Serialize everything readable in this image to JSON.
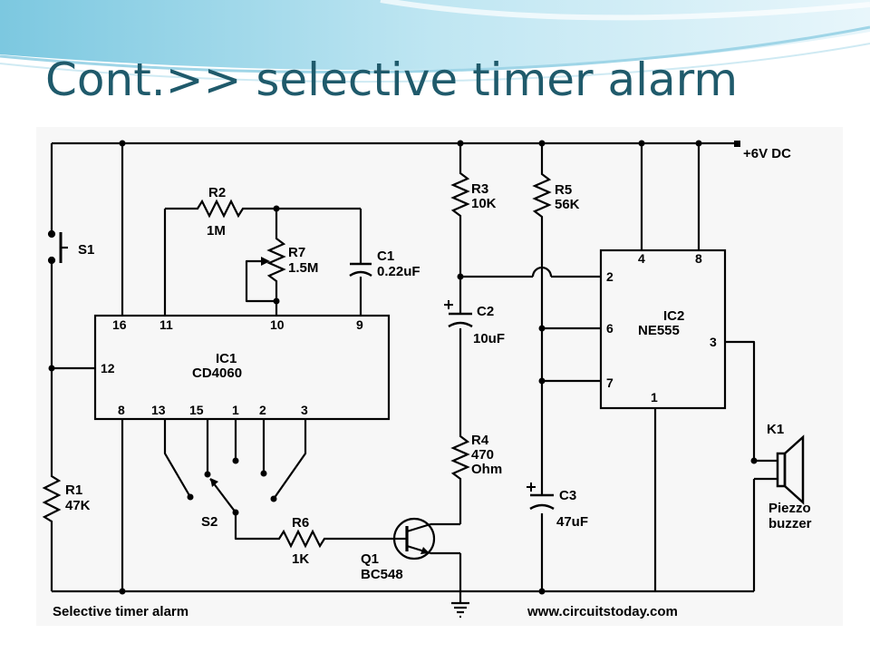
{
  "slide": {
    "title": "Cont.>> selective timer alarm"
  },
  "colors": {
    "title": "#1f5a6b",
    "banner_light": "#e8f6fb",
    "banner_mid": "#bfe6f2",
    "banner_dark": "#7cc8e0",
    "panel": "#f7f7f7",
    "wire": "#000000"
  },
  "schematic": {
    "supply_label": "+6V DC",
    "caption": "Selective timer alarm",
    "website": "www.circuitstoday.com",
    "components": {
      "S1": {
        "ref": "S1"
      },
      "R1": {
        "ref": "R1",
        "value": "47K"
      },
      "R2": {
        "ref": "R2",
        "value": "1M"
      },
      "R3": {
        "ref": "R3",
        "value": "10K"
      },
      "R4": {
        "ref": "R4",
        "value": "470",
        "unit": "Ohm"
      },
      "R5": {
        "ref": "R5",
        "value": "56K"
      },
      "R6": {
        "ref": "R6",
        "value": "1K"
      },
      "R7": {
        "ref": "R7",
        "value": "1.5M"
      },
      "C1": {
        "ref": "C1",
        "value": "0.22uF"
      },
      "C2": {
        "ref": "C2",
        "value": "10uF"
      },
      "C3": {
        "ref": "C3",
        "value": "47uF"
      },
      "IC1": {
        "ref": "IC1",
        "part": "CD4060"
      },
      "IC2": {
        "ref": "IC2",
        "part": "NE555"
      },
      "Q1": {
        "ref": "Q1",
        "part": "BC548"
      },
      "S2": {
        "ref": "S2"
      },
      "K1": {
        "ref": "K1",
        "line1": "Piezzo",
        "line2": "buzzer"
      }
    },
    "ic1_pins": {
      "p16": "16",
      "p11": "11",
      "p10": "10",
      "p9": "9",
      "p12": "12",
      "p8": "8",
      "p13": "13",
      "p15": "15",
      "p1": "1",
      "p2": "2",
      "p3": "3"
    },
    "ic2_pins": {
      "p4": "4",
      "p8": "8",
      "p2": "2",
      "p6": "6",
      "p7": "7",
      "p3": "3",
      "p1": "1"
    }
  }
}
